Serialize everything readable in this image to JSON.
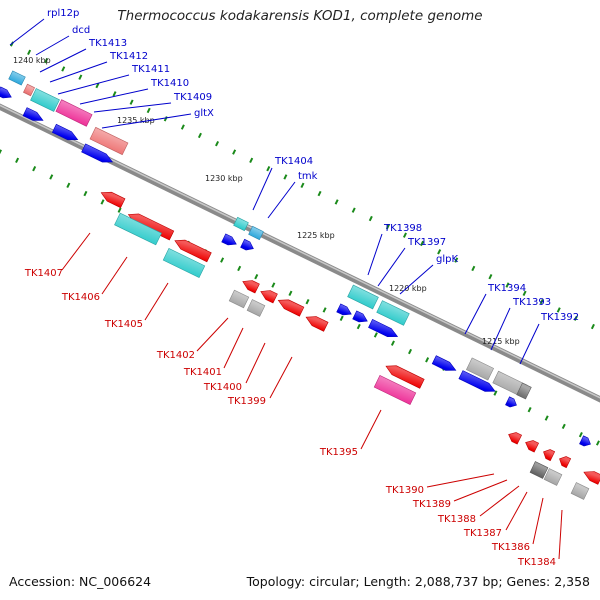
{
  "title": "Thermococcus kodakarensis KOD1, complete genome",
  "accession": "Accession: NC_006624",
  "summary": "Topology: circular; Length: 2,088,737 bp; Genes: 2,358",
  "colors": {
    "backbone": "#8a8a8a",
    "forward_label": "#0000cc",
    "reverse_label": "#cc0000",
    "tick": "#1a8a1a",
    "cds_forward": "#0000ee",
    "cds_reverse": "#ee0000",
    "trna_rrna": "#33cccc",
    "other_rna": "#ee3399",
    "pseudo_misc": "#aaaaaa",
    "salmon": "#ee7777",
    "sky": "#33aadd"
  },
  "ruler": [
    "1240 kbp",
    "1235 kbp",
    "1230 kbp",
    "1225 kbp",
    "1220 kbp",
    "1215 kbp"
  ],
  "forward_labels": [
    "rpl12p",
    "dcd",
    "TK1413",
    "TK1412",
    "TK1411",
    "TK1410",
    "TK1409",
    "gltX",
    "TK1404",
    "tmk",
    "TK1398",
    "TK1397",
    "glpK",
    "TK1394",
    "TK1393",
    "TK1392"
  ],
  "reverse_labels": [
    "TK1407",
    "TK1406",
    "TK1405",
    "TK1402",
    "TK1401",
    "TK1400",
    "TK1399",
    "TK1395",
    "TK1390",
    "TK1389",
    "TK1388",
    "TK1387",
    "TK1386",
    "TK1384"
  ]
}
